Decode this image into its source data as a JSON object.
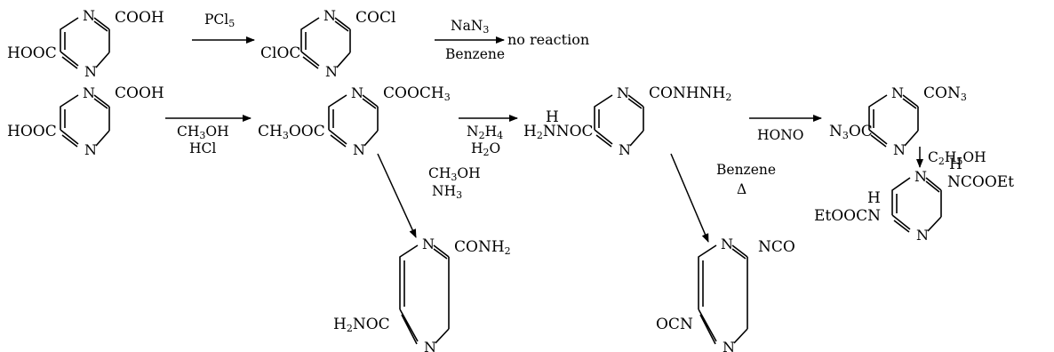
{
  "row1": {
    "diacid": {
      "top_sub": "COOH",
      "bottom_sub": "HOOC",
      "n_top": "N",
      "n_bottom": "N"
    },
    "arrow1": {
      "reagent_top": "PCl",
      "reagent_top_sub": "5"
    },
    "diacid_chloride": {
      "top_sub": "COCl",
      "bottom_sub": "ClOC",
      "n_top": "N",
      "n_bottom": "N"
    },
    "arrow2": {
      "reagent_top": "NaN",
      "reagent_top_sub": "3",
      "reagent_bottom": "Benzene"
    },
    "result": "no reaction"
  },
  "row2": {
    "diacid": {
      "top_sub": "COOH",
      "bottom_sub": "HOOC",
      "n_top": "N",
      "n_bottom": "N"
    },
    "arrow1": {
      "reagent_top": "CH",
      "reagent_top_sub": "3",
      "reagent_top_tail": "OH",
      "reagent_bottom": "HCl"
    },
    "diester": {
      "top_sub": "COOCH",
      "top_sub_sub": "3",
      "bottom_sub_pre": "CH",
      "bottom_sub_pre_sub": "3",
      "bottom_sub": "OOC",
      "n_top": "N",
      "n_bottom": "N"
    },
    "arrow2": {
      "reagent_top": "N",
      "reagent_top_sub": "2",
      "reagent_top_mid": "H",
      "reagent_top_sub2": "4",
      "reagent_bottom": "H",
      "reagent_bottom_sub": "2",
      "reagent_bottom_tail": "O"
    },
    "dihydrazide": {
      "top_sub": "CONHNH",
      "top_sub_sub": "2",
      "bottom_h": "H",
      "bottom_sub_pre": "H",
      "bottom_sub_pre_sub": "2",
      "bottom_sub": "NNOC",
      "n_top": "N",
      "n_bottom": "N"
    },
    "arrow3": {
      "reagent_bottom": "HONO"
    },
    "diazide": {
      "top_sub": "CON",
      "top_sub_sub": "3",
      "bottom_sub_pre": "N",
      "bottom_sub_pre_sub": "3",
      "bottom_sub": "OC",
      "n_top": "N",
      "n_bottom": "N"
    }
  },
  "branches": {
    "to_diamide": {
      "reagent_top": "CH",
      "reagent_top_sub": "3",
      "reagent_top_tail": "OH",
      "reagent_bottom": "NH",
      "reagent_bottom_sub": "3"
    },
    "diamide": {
      "top_sub": "CONH",
      "top_sub_sub": "2",
      "bottom_sub_pre": "H",
      "bottom_sub_pre_sub": "2",
      "bottom_sub": "NOC",
      "n_top": "N",
      "n_bottom": "N"
    },
    "to_diisocyanate": {
      "reagent_top": "Benzene",
      "reagent_bottom": "Δ"
    },
    "diisocyanate": {
      "top_sub": "NCO",
      "bottom_sub": "OCN",
      "n_top": "N",
      "n_bottom": "N"
    },
    "to_dicarbamate": {
      "reagent": "C",
      "reagent_sub": "2",
      "reagent_mid": "H",
      "reagent_sub2": "5",
      "reagent_tail": "OH"
    },
    "dicarbamate": {
      "top_h": "H",
      "top_sub": "NCOOEt",
      "bottom_h": "H",
      "bottom_sub": "EtOOCN",
      "n_top": "N",
      "n_bottom": "N"
    }
  }
}
